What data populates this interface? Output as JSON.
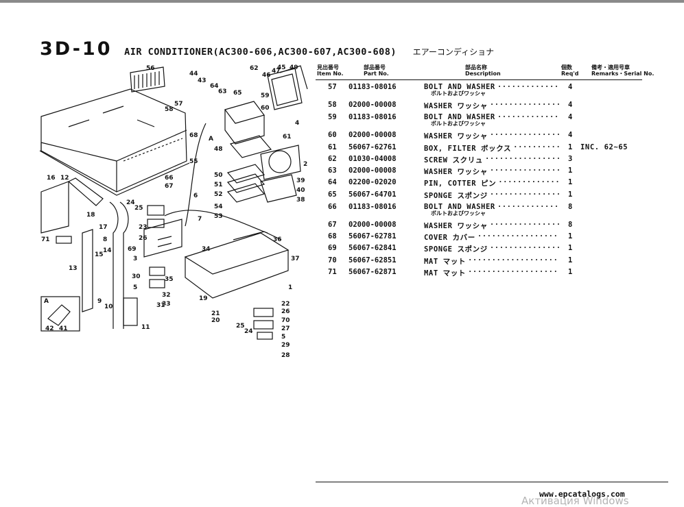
{
  "title": {
    "code": "3D-10",
    "name": "AIR CONDITIONER(AC300-606,AC300-607,AC300-608)",
    "jp": "エアーコンディショナ"
  },
  "table": {
    "headers": {
      "item_jp": "見出番号",
      "item_en": "Item No.",
      "part_jp": "部品番号",
      "part_en": "Part No.",
      "desc_jp": "部品名称",
      "desc_en": "Description",
      "qty_jp": "個数",
      "qty_en": "Req'd",
      "rem_jp": "備考・適用号車",
      "rem_en": "Remarks・Serial No."
    },
    "rows": [
      {
        "no": "57",
        "part": "01183-08016",
        "desc": "BOLT AND WASHER",
        "jp": "ボルトおよびワッシャ",
        "qty": "4",
        "rem": ""
      },
      {
        "no": "58",
        "part": "02000-00008",
        "desc": "WASHER ワッシャ",
        "jp": "",
        "qty": "4",
        "rem": ""
      },
      {
        "no": "59",
        "part": "01183-08016",
        "desc": "BOLT AND WASHER",
        "jp": "ボルトおよびワッシャ",
        "qty": "4",
        "rem": ""
      },
      {
        "no": "60",
        "part": "02000-00008",
        "desc": "WASHER ワッシャ",
        "jp": "",
        "qty": "4",
        "rem": ""
      },
      {
        "no": "61",
        "part": "56067-62761",
        "desc": "BOX, FILTER ボックス",
        "jp": "",
        "qty": "1",
        "rem": "INC. 62~65"
      },
      {
        "no": "62",
        "part": "01030-04008",
        "desc": "SCREW スクリュ",
        "jp": "",
        "qty": "3",
        "rem": ""
      },
      {
        "no": "63",
        "part": "02000-00008",
        "desc": "WASHER ワッシャ",
        "jp": "",
        "qty": "1",
        "rem": ""
      },
      {
        "no": "64",
        "part": "02200-02020",
        "desc": "PIN, COTTER ピン",
        "jp": "",
        "qty": "1",
        "rem": ""
      },
      {
        "no": "65",
        "part": "56067-64701",
        "desc": "SPONGE スポンジ",
        "jp": "",
        "qty": "1",
        "rem": ""
      },
      {
        "no": "66",
        "part": "01183-08016",
        "desc": "BOLT AND WASHER",
        "jp": "ボルトおよびワッシャ",
        "qty": "8",
        "rem": ""
      },
      {
        "no": "67",
        "part": "02000-00008",
        "desc": "WASHER ワッシャ",
        "jp": "",
        "qty": "8",
        "rem": ""
      },
      {
        "no": "68",
        "part": "56067-62781",
        "desc": "COVER カバー",
        "jp": "",
        "qty": "1",
        "rem": ""
      },
      {
        "no": "69",
        "part": "56067-62841",
        "desc": "SPONGE スポンジ",
        "jp": "",
        "qty": "1",
        "rem": ""
      },
      {
        "no": "70",
        "part": "56067-62851",
        "desc": "MAT マット",
        "jp": "",
        "qty": "1",
        "rem": ""
      },
      {
        "no": "71",
        "part": "56067-62871",
        "desc": "MAT マット",
        "jp": "",
        "qty": "1",
        "rem": ""
      }
    ]
  },
  "diagram": {
    "callouts": [
      "56",
      "44",
      "43",
      "64",
      "63",
      "62",
      "46",
      "47",
      "45",
      "49",
      "65",
      "59",
      "60",
      "4",
      "58",
      "57",
      "68",
      "61",
      "48",
      "2",
      "55",
      "66",
      "67",
      "16",
      "12",
      "50",
      "51",
      "52",
      "54",
      "53",
      "39",
      "40",
      "38",
      "18",
      "24",
      "25",
      "6",
      "7",
      "17",
      "23",
      "26",
      "8",
      "36",
      "69",
      "71",
      "3",
      "34",
      "37",
      "15",
      "14",
      "13",
      "1",
      "30",
      "35",
      "5",
      "32",
      "33",
      "19",
      "9",
      "10",
      "31",
      "22",
      "26",
      "21",
      "20",
      "25",
      "24",
      "70",
      "27",
      "5",
      "29",
      "28",
      "11",
      "A",
      "A",
      "42",
      "41"
    ]
  },
  "footer": {
    "site": "www.epcatalogs.com",
    "activate": "Активация Windows"
  }
}
